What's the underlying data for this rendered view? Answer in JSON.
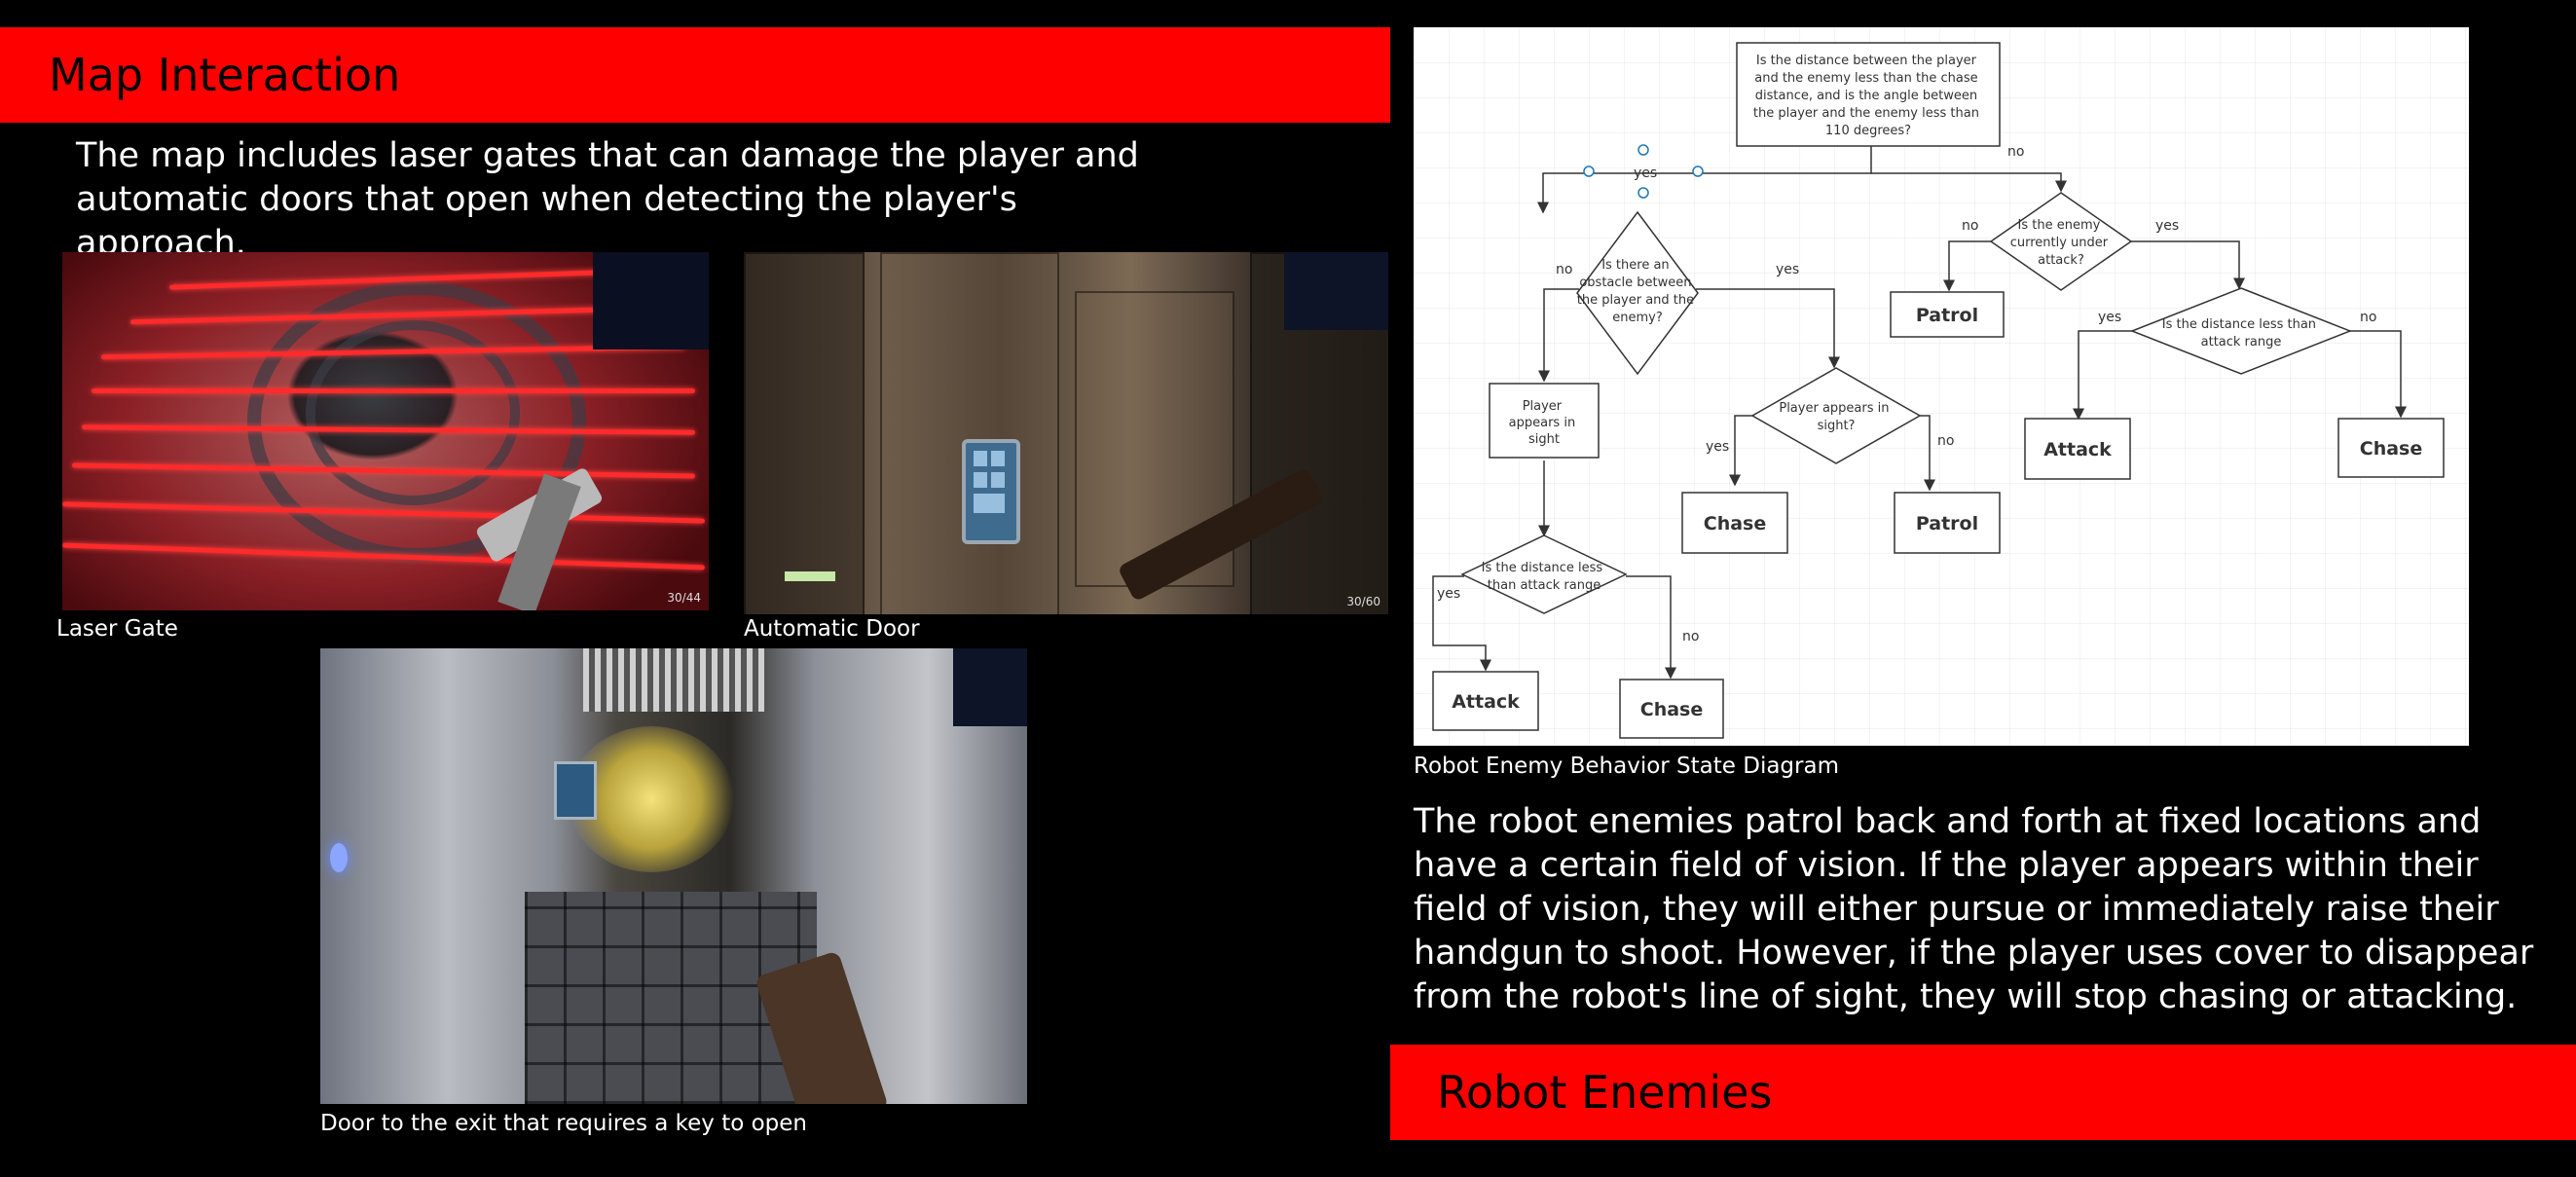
{
  "map_section": {
    "title": "Map Interaction",
    "description": "The map includes laser gates that can damage the player and automatic doors that open when detecting the player's approach.",
    "images": {
      "laser_gate": {
        "caption": "Laser Gate",
        "counter": "30/44"
      },
      "automatic_door": {
        "caption": "Automatic Door",
        "counter": "30/60"
      },
      "exit_door": {
        "caption": "Door to the exit that requires a key to open"
      }
    }
  },
  "robot_section": {
    "title": "Robot Enemies",
    "description": "The robot enemies patrol back and forth at fixed locations and have a certain field of vision. If the player appears within their field of vision, they will either pursue or immediately raise their handgun to shoot. However, if the player uses cover to disappear from the robot's line of sight, they will stop chasing or attacking.",
    "diagram_caption": "Robot Enemy Behavior State Diagram"
  },
  "diagram": {
    "root_q": [
      "Is the distance between the player",
      "and the enemy less than the chase",
      "distance, and is the angle between",
      "the player and the enemy less than",
      "110 degrees?"
    ],
    "obstacle_q": [
      "Is there an",
      "obstacle between",
      "the player and the",
      "enemy?"
    ],
    "under_attack_q": [
      "Is the enemy",
      "currently under",
      "attack?"
    ],
    "attack_range_q_right": [
      "Is the distance less than",
      "attack range"
    ],
    "appears_q": [
      "Player appears in",
      "sight?"
    ],
    "appears_box": [
      "Player",
      "appears in",
      "sight"
    ],
    "attack_range_q_left": [
      "Is the distance less",
      "than attack range"
    ],
    "states": {
      "patrol_top": "Patrol",
      "attack_right": "Attack",
      "chase_right": "Chase",
      "chase_mid": "Chase",
      "patrol_mid": "Patrol",
      "attack_left": "Attack",
      "chase_left": "Chase"
    },
    "edge_labels": {
      "root_yes": "yes",
      "root_no": "no",
      "obstacle_no": "no",
      "obstacle_yes": "yes",
      "under_attack_no": "no",
      "under_attack_yes": "yes",
      "range_right_yes": "yes",
      "range_right_no": "no",
      "appears_yes": "yes",
      "appears_no": "no",
      "range_left_yes": "yes",
      "range_left_no": "no"
    }
  },
  "colors": {
    "banner": "#ff0000",
    "background": "#000000",
    "text": "#ffffff"
  }
}
